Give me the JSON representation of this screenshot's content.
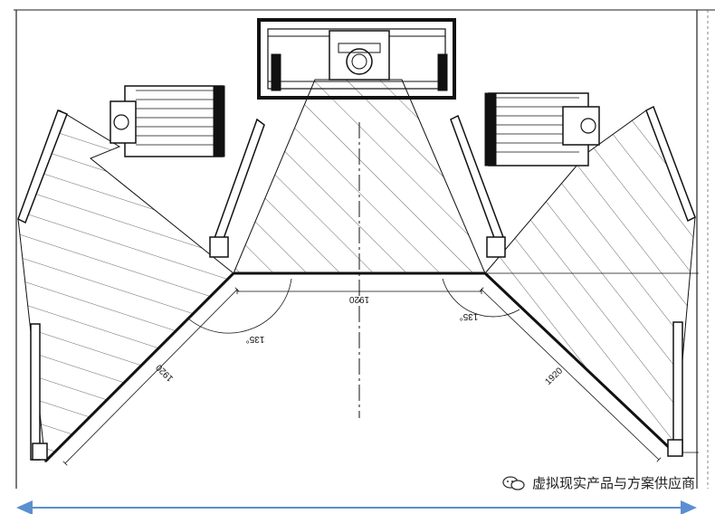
{
  "dimensions": {
    "center_width": "1920",
    "left_width": "1920",
    "right_width": "1920",
    "left_angle": "135°",
    "right_angle": "135°"
  },
  "watermark": {
    "text": "虚拟现实产品与方案供应商",
    "icon": "wechat-icon"
  },
  "colors": {
    "line": "#111111",
    "hatch": "#555555",
    "arrow": "#5b8fd0"
  }
}
